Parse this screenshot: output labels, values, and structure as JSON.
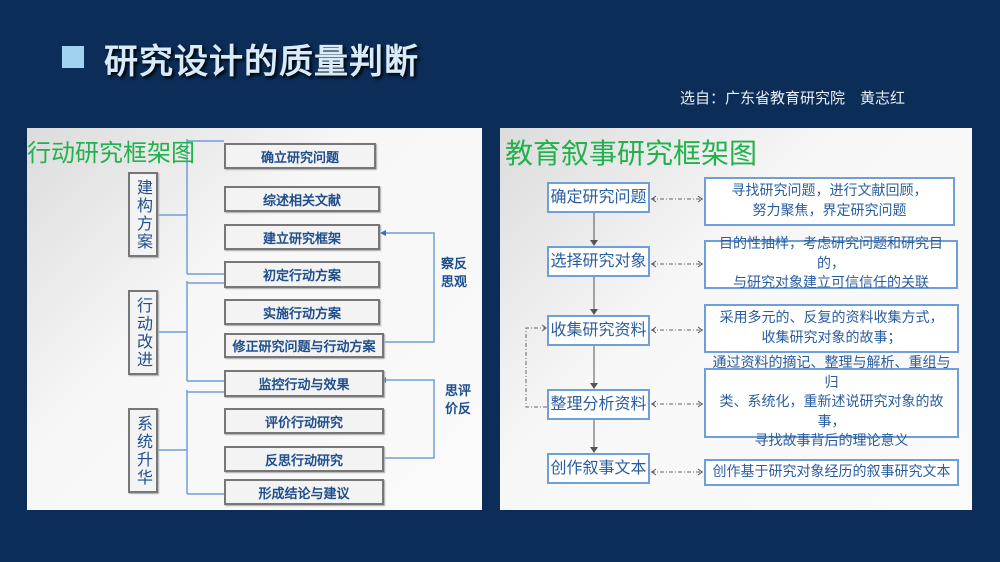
{
  "header": {
    "title": "研究设计的质量判断",
    "source": "选自：广东省教育研究院　黄志红"
  },
  "left": {
    "title": "行动研究框架图",
    "groups": [
      "建构方案",
      "行动改进",
      "系统升华"
    ],
    "steps": [
      "确立研究问题",
      "综述相关文献",
      "建立研究框架",
      "初定行动方案",
      "实施行动方案",
      "修正研究问题与行动方案",
      "监控行动与效果",
      "评价行动研究",
      "反思行动研究",
      "形成结论与建议"
    ],
    "loops": [
      "察反思观",
      "思评价反"
    ]
  },
  "right": {
    "title": "教育叙事研究框架图",
    "steps": [
      "确定研究问题",
      "选择研究对象",
      "收集研究资料",
      "整理分析资料",
      "创作叙事文本"
    ],
    "details": [
      "寻找研究问题，进行文献回顾，\n努力聚焦，界定研究问题",
      "目的性抽样，考虑研究问题和研究目的，\n与研究对象建立可信信任的关联",
      "采用多元的、反复的资料收集方式，\n收集研究对象的故事；",
      "通过资料的摘记、整理与解析、重组与归\n类、系统化，重新述说研究对象的故事，\n寻找故事背后的理论意义",
      "创作基于研究对象经历的叙事研究文本"
    ]
  }
}
